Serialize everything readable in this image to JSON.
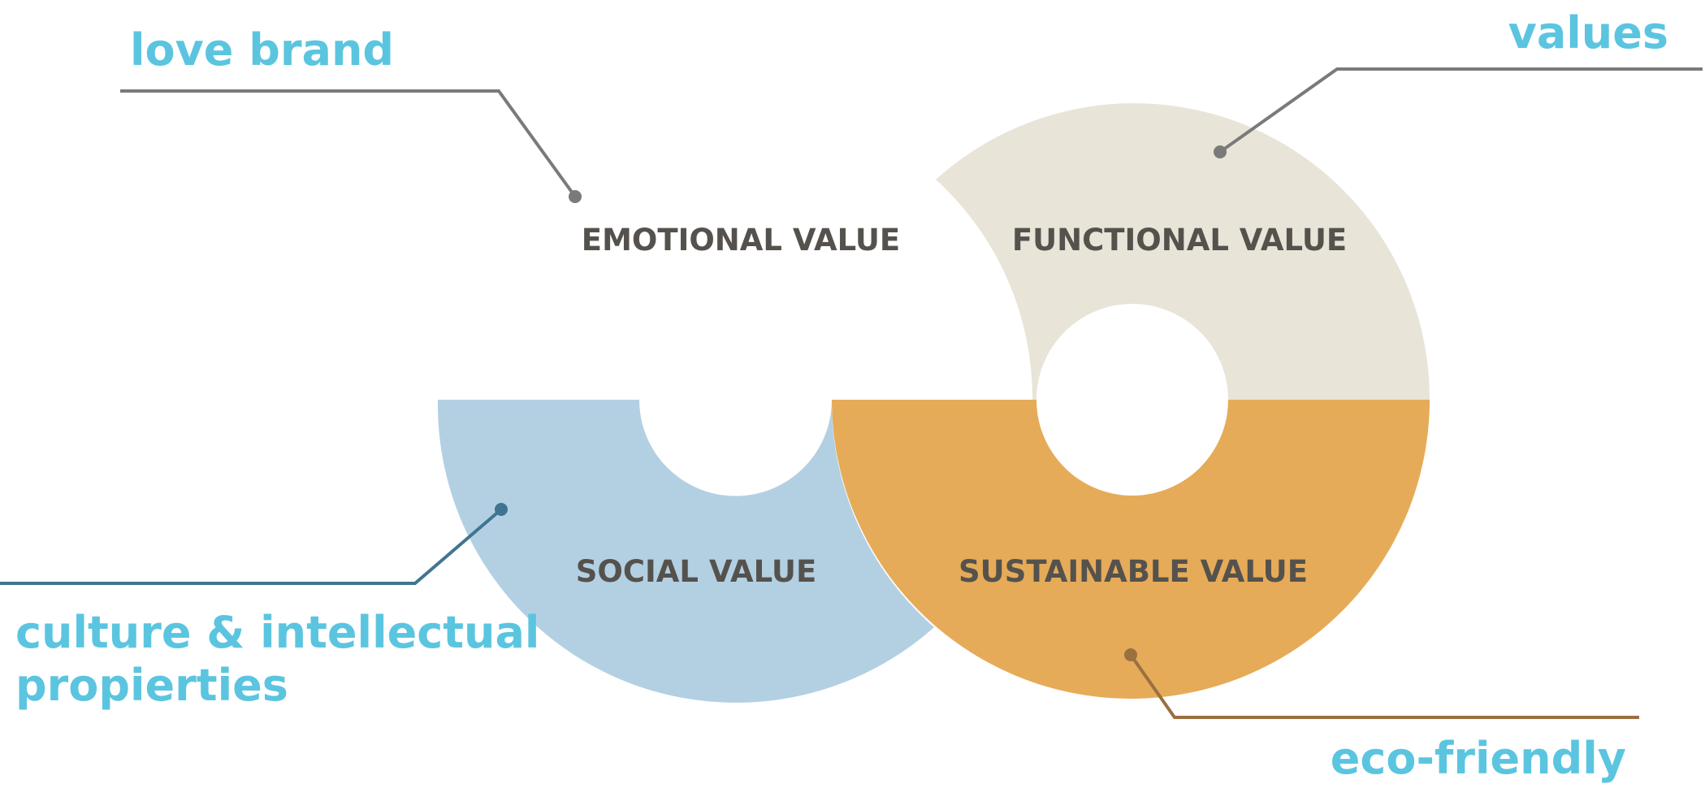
{
  "segments": {
    "emotional": {
      "label": "EMOTIONAL VALUE"
    },
    "functional": {
      "label": "FUNCTIONAL VALUE",
      "fill": "#e8e4d8"
    },
    "social": {
      "label": "SOCIAL VALUE",
      "fill": "#b3d0e3"
    },
    "sustainable": {
      "label": "SUSTAINABLE VALUE",
      "fill": "#e6ab58"
    }
  },
  "callouts": {
    "love_brand": {
      "text": "love brand"
    },
    "values": {
      "text": "values"
    },
    "culture": {
      "line1": "culture & intellectual",
      "line2": "propierties"
    },
    "eco_friendly": {
      "text": "eco-friendly"
    }
  },
  "colors": {
    "callout_text": "#5bc5e0",
    "segment_text": "#55524d",
    "leader_gray": "#7a7a7a",
    "leader_blue": "#3f7591",
    "leader_brown": "#9a7040"
  }
}
